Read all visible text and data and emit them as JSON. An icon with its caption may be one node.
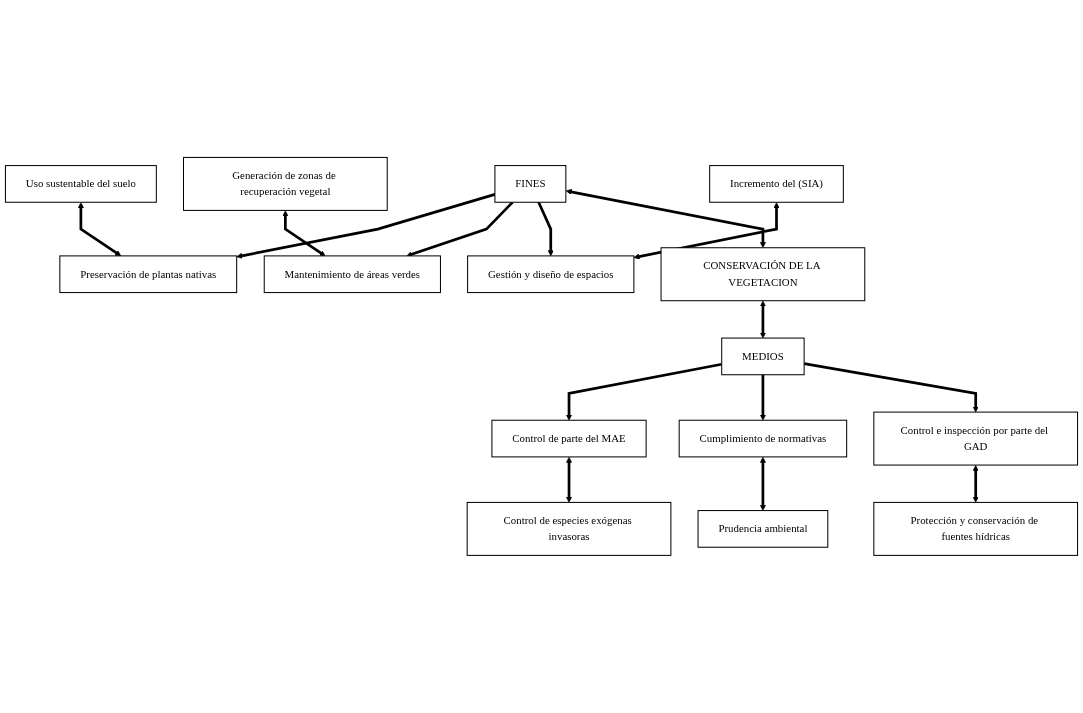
{
  "diagram": {
    "nodes": [
      {
        "text": [
          "Uso sustentable del suelo"
        ]
      },
      {
        "text": [
          "Generación de zonas de recuperación vegetal"
        ]
      },
      {
        "text": [
          "Incremento del (SIA)"
        ]
      },
      {
        "text": [
          "Preservación de plantas nativas"
        ]
      },
      {
        "text": [
          "Mantenimiento de áreas verdes"
        ]
      },
      {
        "text": [
          "Gestión y diseño de espacios"
        ]
      },
      {
        "text": [
          "FINES"
        ]
      },
      {
        "text": [
          "CONSERVACIÓN DE LA VEGETACION"
        ]
      },
      {
        "text": [
          "MEDIOS"
        ]
      },
      {
        "text": [
          "Control de parte del MAE"
        ]
      },
      {
        "text": [
          "Cumplimiento de normativas"
        ]
      },
      {
        "text": [
          "Control e inspección por parte del GAD"
        ]
      },
      {
        "text": [
          "Control de especies exógenas invasoras"
        ]
      },
      {
        "text": [
          "Prudencia ambiental"
        ]
      },
      {
        "text": [
          "Protección y conservación de fuentes hídricas"
        ]
      }
    ],
    "edges": [
      {
        "from": 0,
        "to": 3,
        "arrow": "both"
      },
      {
        "from": 1,
        "to": 4,
        "arrow": "both"
      },
      {
        "from": 2,
        "to": 5,
        "arrow": "both"
      },
      {
        "from": 6,
        "to": 3,
        "arrow": "to"
      },
      {
        "from": 6,
        "to": 4,
        "arrow": "to"
      },
      {
        "from": 6,
        "to": 5,
        "arrow": "to"
      },
      {
        "from": 6,
        "to": 7,
        "arrow": "both"
      },
      {
        "from": 7,
        "to": 8,
        "arrow": "both"
      },
      {
        "from": 8,
        "to": 9,
        "arrow": "to"
      },
      {
        "from": 8,
        "to": 10,
        "arrow": "to"
      },
      {
        "from": 8,
        "to": 11,
        "arrow": "to"
      },
      {
        "from": 9,
        "to": 12,
        "arrow": "both"
      },
      {
        "from": 10,
        "to": 13,
        "arrow": "both"
      },
      {
        "from": 11,
        "to": 14,
        "arrow": "both"
      }
    ]
  }
}
